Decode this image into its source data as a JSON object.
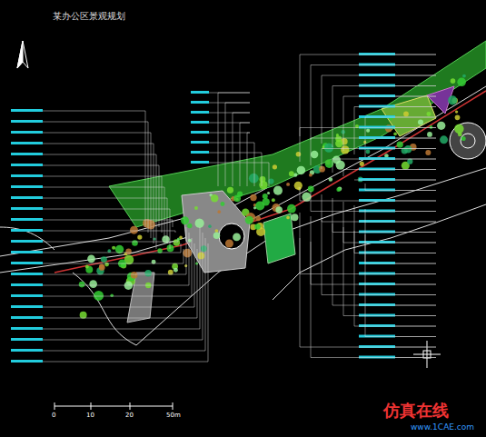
{
  "diagram": {
    "title": "某办公区景观规划",
    "labels": [
      "0",
      "10",
      "20",
      "50m",
      "仿真在线",
      "www.1CAE.com"
    ]
  }
}
